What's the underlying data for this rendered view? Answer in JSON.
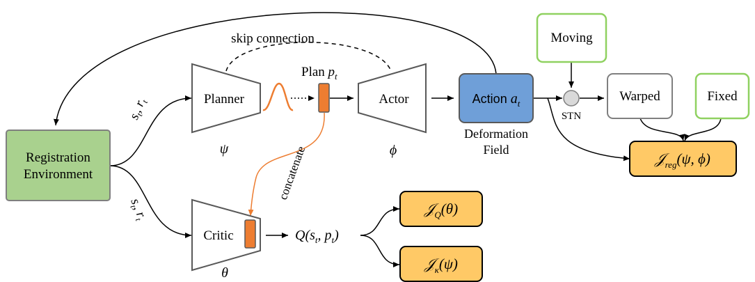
{
  "nodes": {
    "registration_env_line1": "Registration",
    "registration_env_line2": "Environment",
    "planner": "Planner",
    "planner_param": "ψ",
    "actor": "Actor",
    "actor_param": "ϕ",
    "critic": "Critic",
    "critic_param": "θ",
    "plan_label": "Plan ",
    "plan_var": "p",
    "plan_sub": "t",
    "action_label": "Action ",
    "action_var": "a",
    "action_sub": "t",
    "deformation_line1": "Deformation",
    "deformation_line2": "Field",
    "moving": "Moving",
    "stn": "STN",
    "warped": "Warped",
    "fixed": "Fixed"
  },
  "edges": {
    "skip_connection": "skip connection",
    "concatenate": "concatenate",
    "state_var": "s",
    "state_sub": "t",
    "reward_var": "r",
    "reward_sub": "t"
  },
  "outputs": {
    "q_func": "Q",
    "q_args_open": "(",
    "q_s": "s",
    "q_s_sub": "t",
    "q_comma": ", ",
    "q_p": "p",
    "q_p_sub": "t",
    "q_close": ")",
    "loss_reg_main": "𝒥",
    "loss_reg_sub": "reg",
    "loss_reg_args": "(ψ, ϕ)",
    "loss_q_main": "𝒥",
    "loss_q_sub": "Q",
    "loss_q_args": "(θ)",
    "loss_k_main": "𝒥",
    "loss_k_sub": "κ",
    "loss_k_args": "(ψ)"
  },
  "colors": {
    "env_fill": "#a9d18e",
    "action_fill": "#6f9fd8",
    "loss_fill": "#ffc966",
    "image_border_green": "#8fd160",
    "plan_fill": "#ed7d31",
    "concat_line": "#ed7d31",
    "gauss_curve": "#ed7d31",
    "box_border": "#595959"
  }
}
